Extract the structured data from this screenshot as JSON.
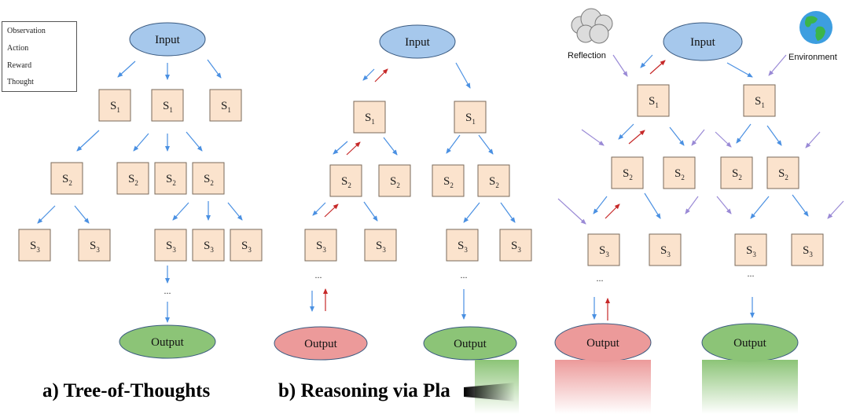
{
  "legend": {
    "items": [
      {
        "label": "Observation",
        "color": "#9a8ad6"
      },
      {
        "label": "Action",
        "color": "#f2c94c"
      },
      {
        "label": "Reward",
        "color": "#c62828"
      },
      {
        "label": "Thought",
        "color": "#4a90e2"
      }
    ]
  },
  "nodes": {
    "input": "Input",
    "output": "Output",
    "s1": "S",
    "s1_sub": "1",
    "s2": "S",
    "s2_sub": "2",
    "s3": "S",
    "s3_sub": "3",
    "ellipsis": "..."
  },
  "labels": {
    "reflection": "Reflection",
    "environment": "Environment"
  },
  "captions": {
    "a": "a) Tree-of-Thoughts",
    "b": "b) Reasoning via Pla"
  },
  "colors": {
    "state_fill": "#fbe3cd",
    "state_stroke": "#7a6a5a",
    "input_fill": "#a6c8ec",
    "output_green": "#8cc477",
    "output_red": "#ec9a9a",
    "thought": "#4a90e2",
    "reward": "#c62828",
    "observation": "#9a8ad6"
  }
}
